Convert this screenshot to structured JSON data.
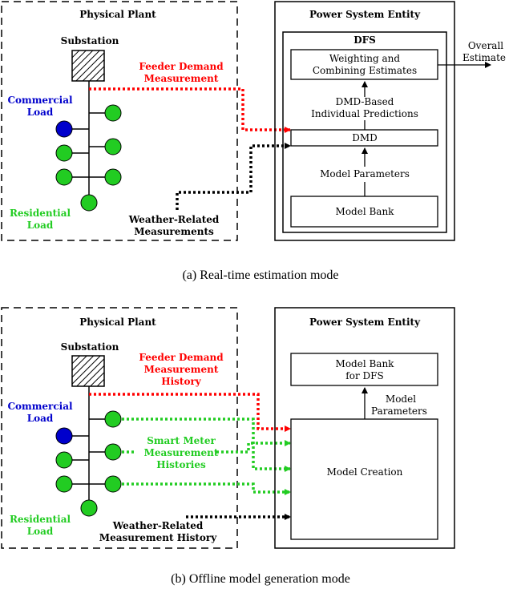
{
  "top": {
    "plant_title": "Physical Plant",
    "entity_title": "Power System Entity",
    "substation": "Substation",
    "commercial": [
      "Commercial",
      "Load"
    ],
    "residential": [
      "Residential",
      "Load"
    ],
    "feeder": [
      "Feeder Demand",
      "Measurement"
    ],
    "weather": [
      "Weather-Related",
      "Measurements"
    ],
    "dfs_title": "DFS",
    "weighting": [
      "Weighting and",
      "Combining Estimates"
    ],
    "overall": [
      "Overall",
      "Estimate"
    ],
    "predictions": [
      "DMD-Based",
      "Individual Predictions"
    ],
    "dmd": "DMD",
    "model_params": "Model Parameters",
    "model_bank": "Model Bank",
    "caption": "(a) Real-time estimation mode"
  },
  "bottom": {
    "plant_title": "Physical Plant",
    "entity_title": "Power System Entity",
    "substation": "Substation",
    "commercial": [
      "Commercial",
      "Load"
    ],
    "residential": [
      "Residential",
      "Load"
    ],
    "feeder": [
      "Feeder Demand",
      "Measurement",
      "History"
    ],
    "smart": [
      "Smart Meter",
      "Measurement",
      "Histories"
    ],
    "weather": [
      "Weather-Related",
      "Measurement History"
    ],
    "model_bank": [
      "Model Bank",
      "for DFS"
    ],
    "model_params": [
      "Model",
      "Parameters"
    ],
    "model_creation": "Model Creation",
    "caption": "(b) Offline model generation mode"
  },
  "colors": {
    "feeder": "#ff0000",
    "commercial": "#0000cc",
    "residential": "#22cc22",
    "weather": "#000000"
  }
}
